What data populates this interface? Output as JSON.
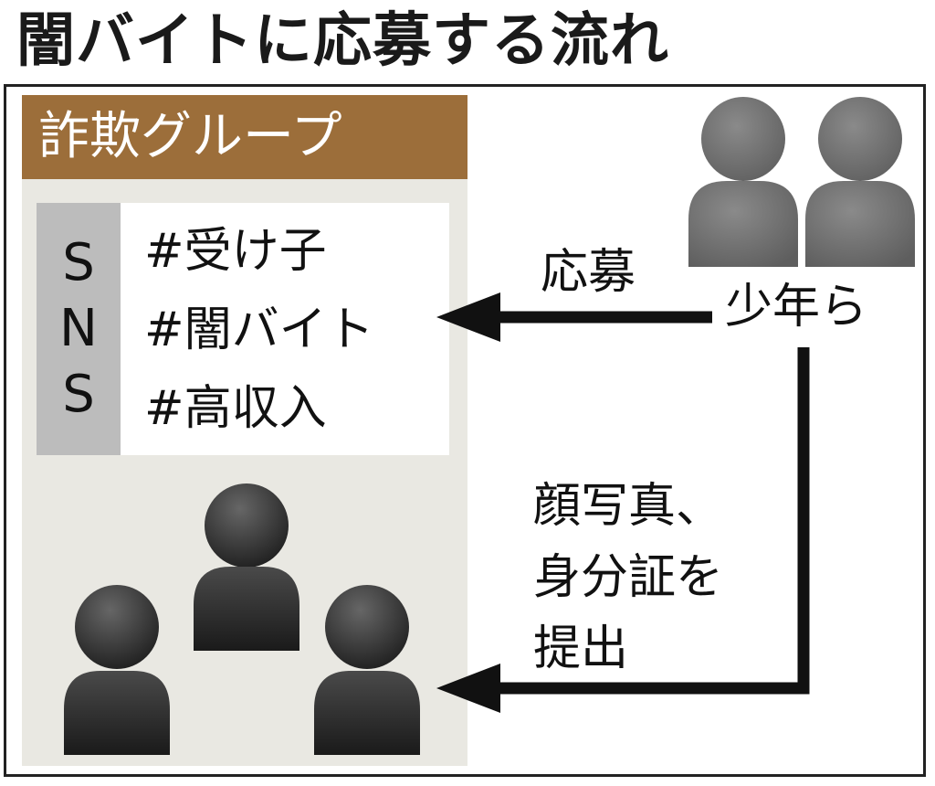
{
  "title": "闇バイトに応募する流れ",
  "group": {
    "header": "詐欺グループ"
  },
  "sns": {
    "letters": [
      "S",
      "N",
      "S"
    ],
    "hashtags": [
      "#受け子",
      "#闇バイト",
      "#高収入"
    ]
  },
  "labels": {
    "youths": "少年ら",
    "apply": "応募",
    "submit": [
      "顔写真、",
      "身分証を",
      "提出"
    ]
  },
  "colors": {
    "header_bg": "#9c6e3a",
    "group_bg": "#e9e8e2",
    "sns_strip": "#bcbcbc",
    "youth_icon": "#6f6f6f",
    "scammer_icon": "#2a2a2a"
  }
}
